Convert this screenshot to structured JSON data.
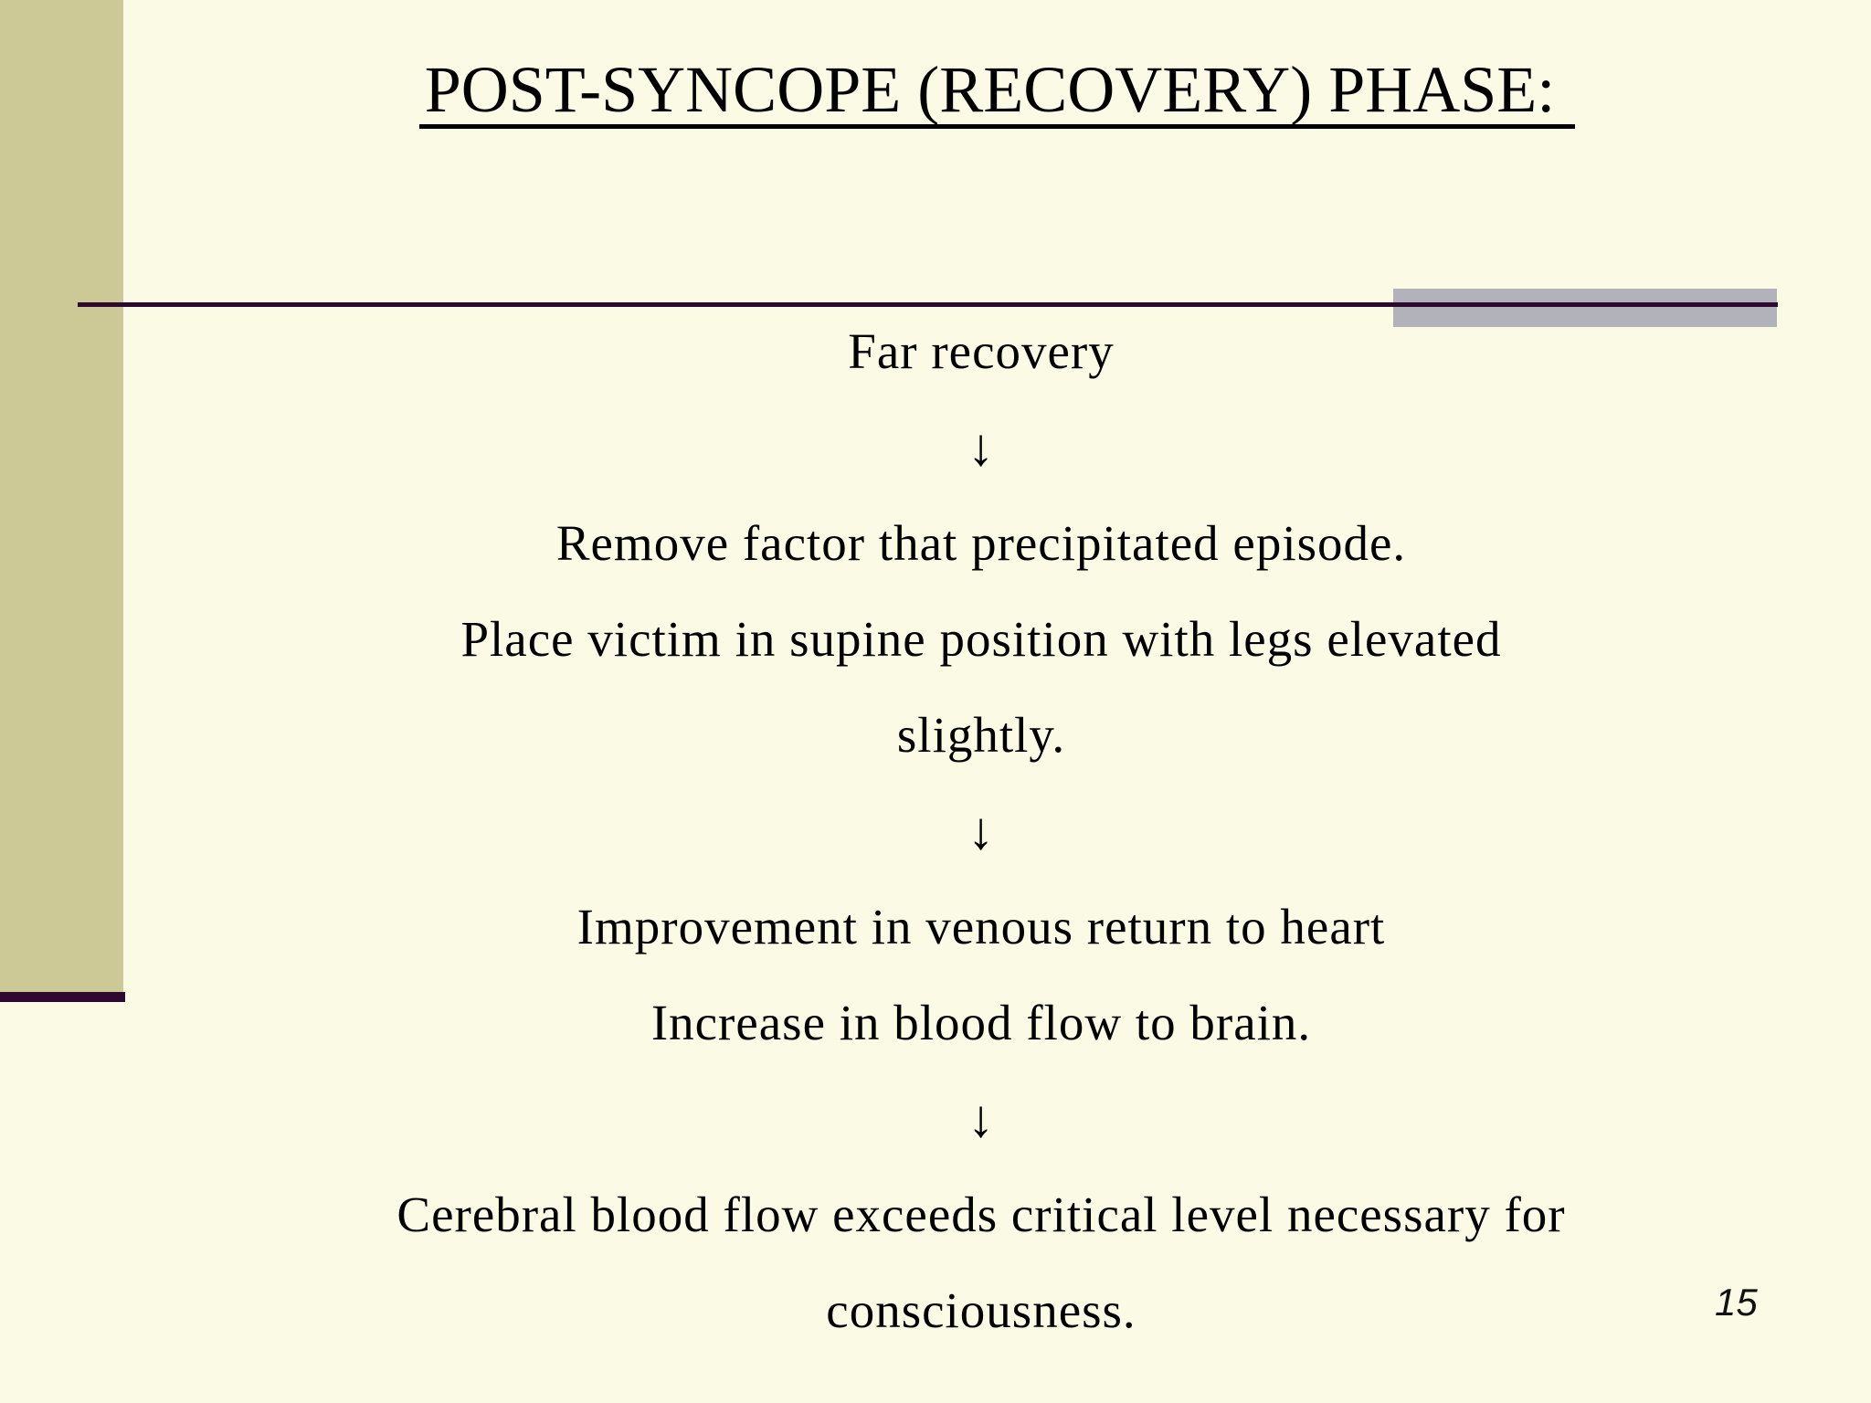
{
  "slide": {
    "title": "POST-SYNCOPE (RECOVERY) PHASE:",
    "page_number": "15",
    "flow_lines": [
      {
        "type": "step",
        "text": "Far recovery"
      },
      {
        "type": "arrow",
        "text": "↓"
      },
      {
        "type": "step",
        "text": "Remove factor that precipitated episode."
      },
      {
        "type": "step",
        "text": "Place victim in supine position with legs elevated"
      },
      {
        "type": "step",
        "text": "slightly."
      },
      {
        "type": "arrow",
        "text": "↓"
      },
      {
        "type": "step",
        "text": "Improvement in venous return to heart"
      },
      {
        "type": "step",
        "text": "Increase in blood flow to brain."
      },
      {
        "type": "arrow",
        "text": "↓"
      },
      {
        "type": "step",
        "text": "Cerebral blood flow exceeds critical level necessary for"
      },
      {
        "type": "step",
        "text": "consciousness."
      }
    ],
    "colors": {
      "background": "#fbfbe5",
      "sidebar": "#ccc996",
      "accent_line": "#2e0a30",
      "highlight_bar": "#b2b2ba",
      "text": "#000000"
    }
  }
}
